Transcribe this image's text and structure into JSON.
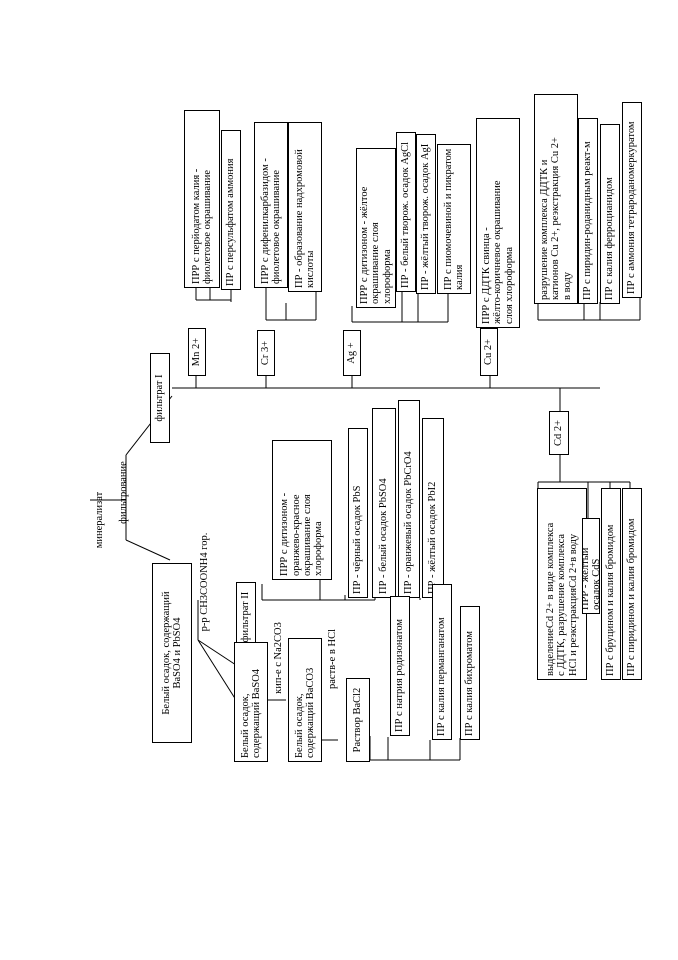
{
  "nodes": {
    "mineralizat": "минерализат",
    "filtrovanie": "фильтрование",
    "filtrat1": "фильтрат I",
    "mn": "Mn 2+",
    "mn_r1": "ПРР с перйодатом калия -\nфиолетовое окрашивание",
    "mn_r2": "ПР с персульфатом аммония",
    "cr": "Cr 3+",
    "cr_r1": "ПРР с дифенилкарбазидом -\nфиолетовое окрашивание",
    "cr_r2": "ПР - образование надхромовой\nкислоты",
    "ag": "Ag +",
    "ag_r1": "ПРР с дитизоном - жёлтое\nокрашивание слоя\nхлороформа",
    "ag_r2": "ПР - белый творож. осадок AgCl",
    "ag_r3": "ПР - жёлтый творож. осадок AgI",
    "ag_r4": "ПР с пиомочевиной и пикратом\nкалия",
    "cu": "Cu 2+",
    "cu_r1": "ПРР с ДДТК свинца -\nжёлто-коричневое окрашивание\nслоя хлороформа",
    "cu_r2": "разрушение комплекса ДДТК и\nкатионов Cu 2+, реэкстракция Cu 2+\nв воду",
    "cu_r3": "ПР с пиридин-роданидным реакт-м",
    "cu_r4": "ПР с калия ферроцианидом",
    "cu_r5": "ПР с аммония тетрароданомеркуратом",
    "cd": "Cd 2+",
    "cd_r1": "выделениеCd 2+ в виде комплекса\nс ДДТК, разрушение комплекса\nHCl и реэкстракцияCd 2+в воду",
    "cd_r2": "ПРР - жёлтый осадок CdS",
    "cd_r3": "ПР с бруцином и калия бромидом",
    "cd_r4": "ПР с пиридином и калия бромидом",
    "osadok": "Белый осадок, содержащий\nBaSO4 и PbSO4",
    "rr": "р-р CH3COONH4 гор.",
    "filtrat2": "фильтрат II",
    "pb_r1": "ПРР с дитизоном -\nоранжево-красное\nокрашивание слоя\nхлороформа",
    "pb_r2": "ПР - чёрный осадок PbS",
    "pb_r3": "ПР - белый осадок PbSO4",
    "pb_r4": "ПР - оранжевый осадок PbCrO4",
    "pb_r5": "ПР - жёлтый осадок PbI2",
    "baso4": "Белый осадок,\nсодержащий BaSO4",
    "kip": "кип-е с Na2CO3",
    "baco3": "Белый осадок,\nсодержащий BaCO3",
    "rast": "раств-е в HCl",
    "bacl2": "Раствор BaCl2",
    "ba_r1": "ПР с натрия родизонатом",
    "ba_r2": "ПР с калия перманганатом",
    "ba_r3": "ПР с калия бихроматом"
  }
}
